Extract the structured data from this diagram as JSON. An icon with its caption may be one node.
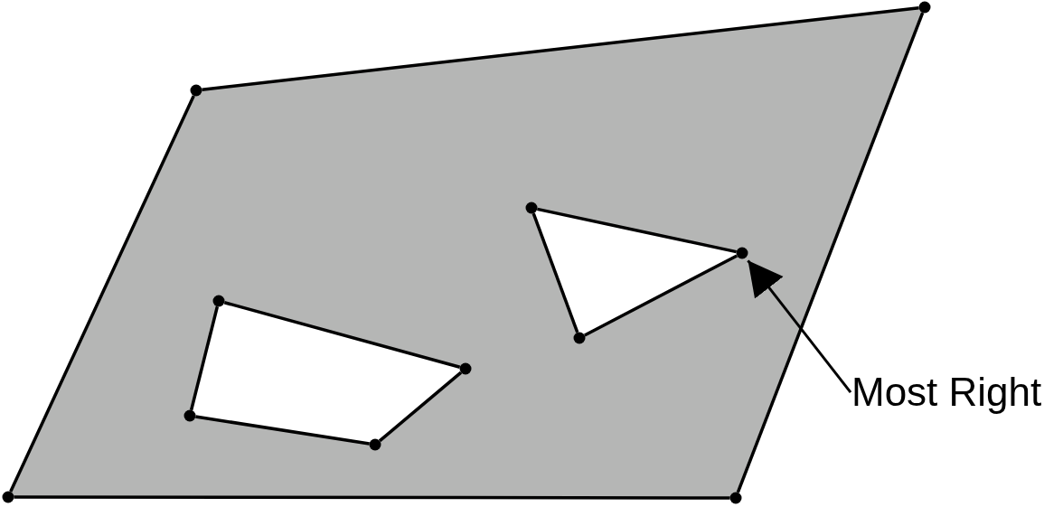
{
  "diagram": {
    "nodes": [
      {
        "text": [],
        "shape": "circle"
      },
      {
        "text": [],
        "shape": "circle"
      },
      {
        "text": [],
        "shape": "circle"
      },
      {
        "text": [],
        "shape": "circle"
      },
      {
        "text": [],
        "shape": "circle"
      },
      {
        "text": [],
        "shape": "circle"
      },
      {
        "text": [],
        "shape": "circle"
      },
      {
        "text": [
          "Most Right"
        ]
      },
      {
        "text": [],
        "shape": "circle"
      },
      {
        "text": [],
        "shape": "circle"
      },
      {
        "text": [],
        "shape": "circle"
      },
      {
        "text": [],
        "shape": "circle"
      }
    ],
    "edges": [
      {
        "from": 10,
        "to": 1,
        "arrow": "none"
      },
      {
        "from": 1,
        "to": 0,
        "arrow": "none"
      },
      {
        "from": 0,
        "to": 11,
        "arrow": "none"
      },
      {
        "from": 11,
        "to": 10,
        "arrow": "none"
      },
      {
        "from": 2,
        "to": 3,
        "arrow": "none"
      },
      {
        "from": 3,
        "to": 5,
        "arrow": "none"
      },
      {
        "from": 5,
        "to": 2,
        "arrow": "none"
      },
      {
        "from": 4,
        "to": 6,
        "arrow": "none"
      },
      {
        "from": 6,
        "to": 9,
        "arrow": "none"
      },
      {
        "from": 9,
        "to": 8,
        "arrow": "none"
      },
      {
        "from": 8,
        "to": 4,
        "arrow": "none"
      },
      {
        "from": 7,
        "to": 3,
        "arrow": "to"
      }
    ]
  }
}
